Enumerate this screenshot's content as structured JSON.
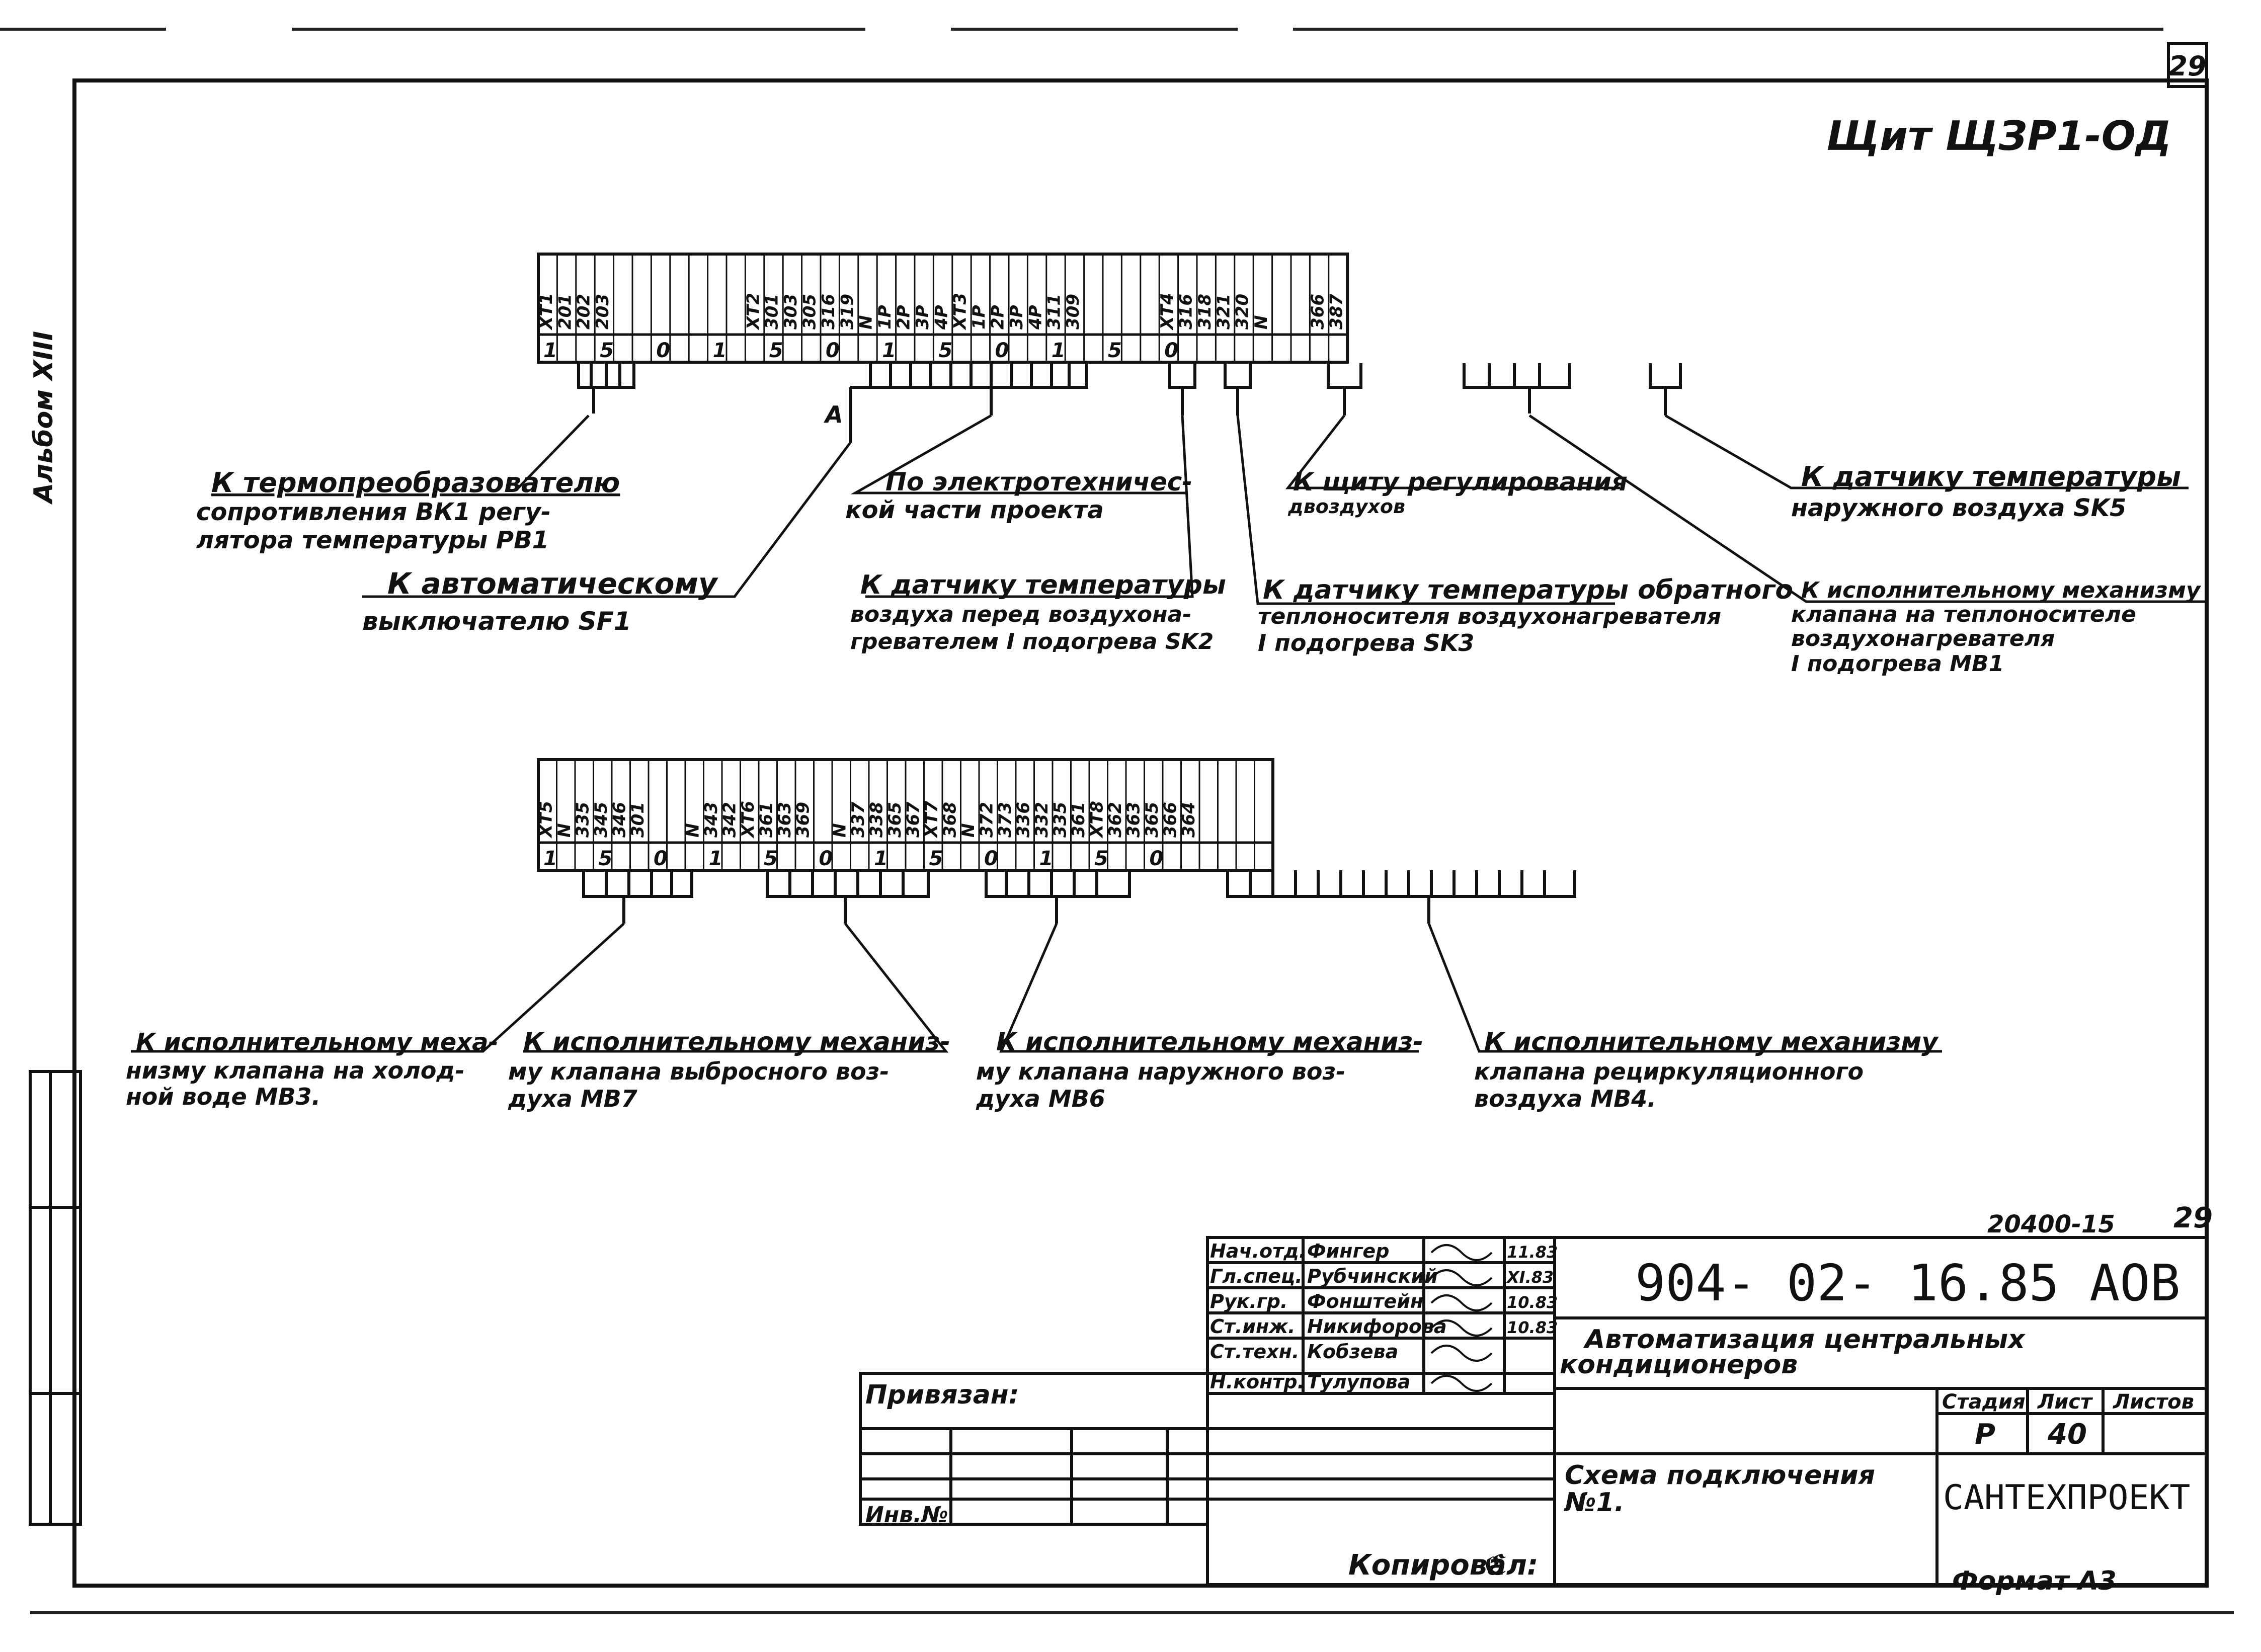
{
  "sheet_number": "29",
  "album": "Альбом XIII",
  "title": "Щит  ЩЗР1-ОД",
  "strip1": {
    "groups": [
      {
        "labels": [
          "XT1",
          "201",
          "202",
          "203"
        ],
        "blank": 7
      },
      {
        "labels": [
          "XT2",
          "301",
          "303",
          "305",
          "316",
          "319",
          "N",
          "1P",
          "2P",
          "3P",
          "4P"
        ],
        "blank": 0
      },
      {
        "labels": [
          "XT3",
          "1P",
          "2P",
          "3P",
          "4P",
          "311",
          "309"
        ],
        "blank": 4
      },
      {
        "labels": [
          "XT4",
          "316",
          "318",
          "321",
          "320",
          "N"
        ],
        "blank": 2
      },
      {
        "labels": [
          "366",
          "387"
        ],
        "blank": 0
      }
    ],
    "marks": [
      "1",
      "5",
      "0",
      "1",
      "5",
      "0",
      "1",
      "5",
      "0",
      "1",
      "5",
      "0"
    ]
  },
  "strip2": {
    "groups": [
      {
        "labels": [
          "XT5",
          "N",
          "335",
          "345",
          "346",
          "301"
        ],
        "blank": 2
      },
      {
        "labels": [
          "N",
          "343",
          "342",
          "XT6",
          "361",
          "363",
          "369"
        ],
        "blank": 1
      },
      {
        "labels": [
          "N",
          "337",
          "338",
          "365",
          "367",
          "XT7",
          "368"
        ],
        "blank": 0
      },
      {
        "labels": [
          "N",
          "372",
          "373",
          "336",
          "332",
          "335",
          "361",
          "XT8",
          "362",
          "363",
          "365",
          "366",
          "364"
        ],
        "blank": 4
      }
    ],
    "marks": [
      "1",
      "5",
      "0",
      "1",
      "5",
      "0",
      "1",
      "5",
      "0",
      "1",
      "5",
      "0"
    ]
  },
  "point_a": "А",
  "callouts_top": [
    {
      "underlined": "К термопреобразователю",
      "rest": [
        "сопротивления ВК1 регу-",
        "лятора температуры РВ1"
      ]
    },
    {
      "underlined": "К автоматическому",
      "rest": [
        "выключателю  SF1"
      ]
    },
    {
      "underlined": "По электротехничес-",
      "rest": [
        "кой части проекта"
      ]
    },
    {
      "underlined": "К датчику температуры",
      "rest": [
        "воздуха перед воздухона-",
        "гревателем I подогрева SK2"
      ]
    },
    {
      "underlined": "К щиту  регулирования",
      "rest": [
        "двоздухов"
      ]
    },
    {
      "underlined": "К датчику температуры обратного",
      "rest": [
        "теплоносителя воздухонагревателя",
        "I подогрева   SK3"
      ]
    },
    {
      "underlined": "К датчику температуры",
      "rest": [
        "наружного воздуха  SK5"
      ]
    },
    {
      "underlined": "К исполнительному механизму",
      "rest": [
        "клапана на теплоносителе",
        "воздухонагревателя",
        "I подогрева   МВ1"
      ]
    }
  ],
  "callouts_bottom": [
    {
      "underlined": "К исполнительному меха-",
      "rest": [
        "низму клапана на холод-",
        "ной воде  МВ3."
      ]
    },
    {
      "underlined": "К исполнительному механиз-",
      "rest": [
        "му клапана  выбросного воз-",
        "духа  МВ7"
      ]
    },
    {
      "underlined": "К исполнительному механиз-",
      "rest": [
        "му клапана   наружного воз-",
        "духа  МВ6"
      ]
    },
    {
      "underlined": "К исполнительному механизму",
      "rest": [
        "клапана   рециркуляционного",
        "воздуха   МВ4."
      ]
    }
  ],
  "title_block": {
    "code_small": "20400-15",
    "sheet_small": "29",
    "roles": [
      {
        "role": "Нач.отд.",
        "name": "Фингер",
        "date": "11.83"
      },
      {
        "role": "Гл.спец.",
        "name": "Рубчинский",
        "date": "XI.83"
      },
      {
        "role": "Рук.гр.",
        "name": "Фонштейн",
        "date": "10.83"
      },
      {
        "role": "Ст.инж.",
        "name": "Никифорова",
        "date": "10.83"
      },
      {
        "role": "Ст.техн.",
        "name": "Кобзева",
        "date": ""
      },
      {
        "role": "Н.контр.",
        "name": "Тулупова",
        "date": ""
      }
    ],
    "doc_code": "904- 02- 16.85  АОВ",
    "doc_title": [
      "Автоматизация  центральных",
      "кондиционеров"
    ],
    "stage_header": "Стадия",
    "sheet_header": "Лист",
    "sheets_header": "Листов",
    "stage": "Р",
    "sheet": "40",
    "scheme_title": [
      "Схема  подключения",
      "№1."
    ],
    "org": "САНТЕХПРОЕКТ",
    "privyazan": "Привязан:",
    "inv": "Инв.№"
  },
  "copied": "Копировал:",
  "format": "Формат  А3"
}
